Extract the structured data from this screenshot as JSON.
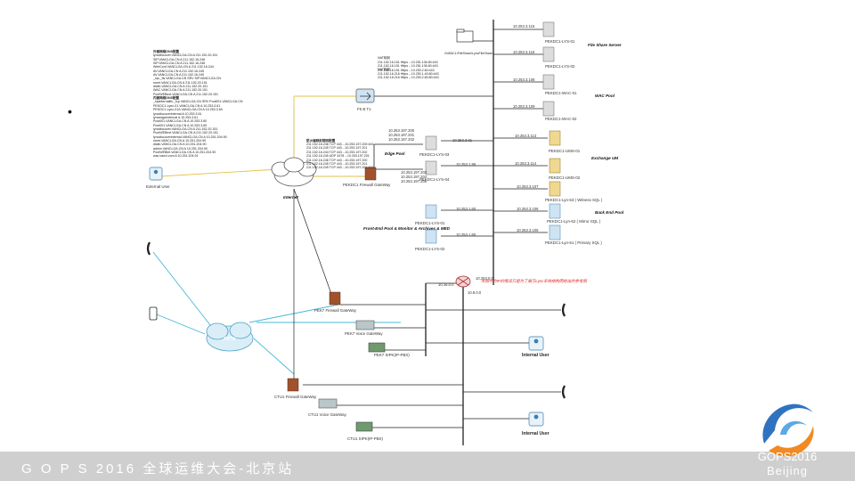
{
  "slide": {
    "bullet": "•",
    "footer_title": "G O P S 2016 全球运维大会-北京站",
    "logo_text_1": "GOPS2016",
    "logo_text_2": "Beijing",
    "colors": {
      "footer": "#cfcfcf",
      "line_black": "#222222",
      "line_cyan": "#49b7d9",
      "line_yellow": "#e6c14a",
      "note": "#dd2222",
      "firewall": "#a0522d"
    }
  },
  "dns": {
    "header1": "外部网络DNS配置",
    "rows1": [
      "lyncdiscover.VANCLGA.CN   A   211.152.20.151",
      "SIP.VANCLGA.CN   A   211.152.16.246",
      "SIP.VANCLGA.CN   A   211.152.16.246",
      "WebConf.VANCLGA.CN   A   211.152.16.244",
      "AV.VANCLGA.CN   A   211.152.16.245",
      "AV.VANCLGA.CN   A   211.152.16.245",
      "_sip._tls.VANCLGA.CN   SRV   SIP.VANCLGA.CN",
      "meet.VANCLGA.CN   A   211.152.20.151",
      "dialin.VANCLGA.CN   A   211.152.20.151",
      "WAC.VANCLGA.CN   A   211.152.20.151",
      "PoolWEBext.VANCLGA.CN   A   211.152.20.151"
    ],
    "header2": "内部网络DNS配置",
    "rows2": [
      "_sipinternaltls._tcp.VANCLGA.CN   SRV   Pool001.VANCLGA.CN",
      "PEKDC1-Lync-01.VANCLGA.CN   A   10.253.3.61",
      "PEKDC1-Lync-01A.VANCLGA.CN   A   10.253.3.60",
      "lyncdiscoverinternal   A   10.253.3.61",
      "lyncedgeexternal   A   10.253.3.61",
      "Pool001.VANCLGA.CN   A   10.253.3.60",
      "Pool001.VANCLGA.CN   A   10.253.3.60",
      "lyncdiscover.VANCLGA.CN   A   211.152.20.151",
      "PoolWEBext.VANCLGA.CN   A   211.152.20.151",
      "lyncdiscoverinternal.VANCLGA.CN   A   10.251.204.90",
      "meet.VANCLGA.CN   A   10.251.204.90",
      "dialin.VANCLGA.CN   A   10.251.204.90",
      "admin.VANCLGA.CN   A   10.251.204.90",
      "PoolWEBint.VANCLGA.CN   A   10.251.204.90",
      "wac.vancl.com   A   10.251.204.91"
    ]
  },
  "labels": {
    "external_user": "External User",
    "internet": "Internet",
    "f5": "F5 B T1",
    "firewall_pekdc1": "PEKDC1 Firewall GateWay",
    "file_share_caption": "\\\\VANCL\\FileShare\\LyncFileShare",
    "nat_header": "NAT映射",
    "nat_rows": [
      "211.152.16.151 Https→10.251.136.80:443",
      "211.152.16.151 Https→10.251.136.80:443",
      "211.152.16.151 Https→10.253.2.60:443"
    ],
    "nat_header2": "NAT映射",
    "nat_rows2": [
      "211.152.16.216 Https→10.253.1.40:80:443",
      "211.152.16.216 Https→10.253.2.60:80:443"
    ],
    "edge_nat_header": "防火墙映射规则配置",
    "edge_nat_rows": [
      "211.152.16.246 TCP 443→10.253.197.200:443",
      "211.152.16.245 TCP 443→10.253.197.201",
      "211.152.16.244 TCP 443→10.253.197.202",
      "211.152.16.245 UDP 3478→10.253.197.201",
      "211.152.16.246 TCP 443→10.253.197.200",
      "211.152.16.245 TCP 443→10.253.197.201",
      "211.152.16.245 TCP 443→10.253.197.201:443"
    ],
    "edge_ext_ips_1": "10.253.197.200",
    "edge_ext_ips_2": "10.253.197.201",
    "edge_ext_ips_3": "10.253.197.202",
    "edge_ext_ips_4": "10.253.197.203",
    "edge_ext_ips_5": "10.253.197.204",
    "edge_ext_ips_6": "10.253.197.205",
    "edge_pool": "Edge Pool",
    "edge_1": "PEKDC1-LYS-03",
    "edge_2": "PEKDC1-LYS-04",
    "edge_ip_1": "10.253.3.61",
    "edge_ip_2": "10.253.1.90",
    "fe_1": "PEKDC1-LYS-01",
    "fe_2": "PEKDC1-LYS-02",
    "fe_ip_1": "10.253.1.60",
    "fe_ip_2": "10.253.1.60",
    "fe_pool": "Front-End Pool & Monitor & Archives & MED",
    "router_ip_1": "10.253.0.0",
    "router_ip_2": "10.16.0.0",
    "router_ip_3": "10.9.0.0",
    "note": "木图中的IP的情况只是为了展示Lync系统结构而给出的参考图",
    "fs_ip_1": "10.253.3.115",
    "fs_ip_2": "10.253.3.116",
    "fs_1": "PEKDC1-LYS-01",
    "fs_2": "PEKDC1-LYS-02",
    "file_share_server": "File Share Server",
    "wac_ip_1": "10.253.3.108",
    "wac_ip_2": "10.253.3.109",
    "wac_1": "PEKDC1-WAC-01",
    "wac_2": "PEKDC1-WAC-02",
    "wac_pool": "WAC Pool",
    "ex_ip_1": "10.253.3.113",
    "ex_ip_2": "10.253.3.114",
    "ex_1": "PEKDC1-UMS-01",
    "ex_2": "PEKDC1-UMS-02",
    "exchange_um": "Exchange UM",
    "be_ip_1": "10.253.3.107",
    "be_ip_2": "10.253.3.106",
    "be_ip_3": "10.253.3.105",
    "be_1": "PEKDC1-Lyn-53 ( Witness SQL )",
    "be_2": "PEKDC1-Lyn-52 ( Mirror SQL )",
    "be_3": "PEKDC1-Lyn-51 ( Primary SQL )",
    "back_end_pool": "Back End Pool",
    "pstn": "PSTN",
    "pek7_fw": "PEK7 Firewall GateWay",
    "pek7_vg": "PEK7 Voice GateWay",
    "pek7_pbx": "PEK7 SIPK(IP-PBX)",
    "ctu1_fw": "CTU1 Firewall GateWay",
    "ctu1_vg": "CTU1 Voice GateWay",
    "ctu1_pbx": "CTU1 SIPK(IP-PBX)",
    "internal_user_1": "Internal User",
    "internal_user_2": "Internal User"
  }
}
